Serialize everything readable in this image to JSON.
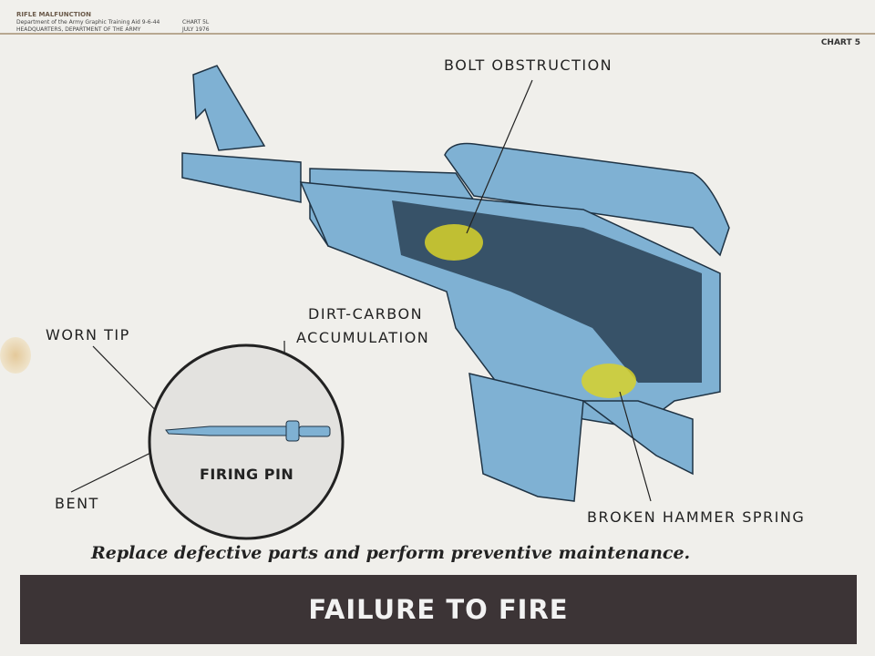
{
  "header": {
    "title": "RIFLE MALFUNCTION",
    "line1": "Department of the Army Graphic Training Aid 9-6-44",
    "line2": "HEADQUARTERS, DEPARTMENT OF THE ARMY",
    "chart_ref": "CHART 5L",
    "date": "JULY 1976"
  },
  "chart_number": "CHART 5",
  "labels": {
    "bolt_obstruction": "BOLT OBSTRUCTION",
    "dirt_carbon": "DIRT-CARBON",
    "accumulation": "ACCUMULATION",
    "worn_tip": "WORN TIP",
    "bent": "BENT",
    "firing_pin": "FIRING PIN",
    "broken_hammer_spring": "BROKEN HAMMER SPRING"
  },
  "instruction": "Replace defective parts and perform preventive maintenance.",
  "banner": "FAILURE TO FIRE",
  "colors": {
    "rifle": "#7fb1d3",
    "rifle_dark": "#1f3344",
    "highlight": "#d8d22a",
    "banner": "#3c3436"
  }
}
